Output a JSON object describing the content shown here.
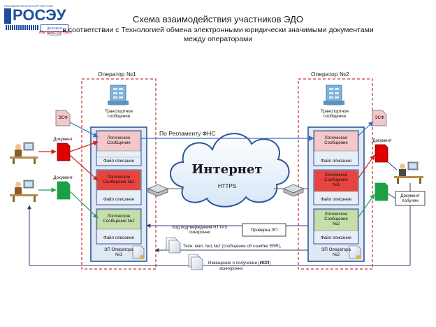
{
  "logo": {
    "text": "РОСЭУ",
    "top_text": "НЕКОММЕРЧЕСКОЕ ПАРТНЕРСТВО",
    "slogan": "Мы вместе был!",
    "badge": "ДЕЛОВАЯ РОССИЯ"
  },
  "title": {
    "line1": "Схема взаимодействия участников ЭДО",
    "line2": "в соответствии с  Технологией обмена электронными юридически значимыми документами",
    "line3": "между операторами"
  },
  "operator1": {
    "label": "Оператор №1",
    "transport": [
      "Транспортное",
      "сообщение"
    ],
    "logical1": [
      "Логическое",
      "Сообщение"
    ],
    "file1": "Файл описание",
    "logical2": [
      "Логическое",
      "Сообщение №1"
    ],
    "file2": "Файл описание",
    "logical3": [
      "Логическое",
      "Сообщение №2"
    ],
    "file3": "Файл описание",
    "ep": [
      "ЭП Оператора",
      "№1"
    ]
  },
  "operator2": {
    "label": "Оператор №2",
    "transport": [
      "Транспортное",
      "сообщение"
    ],
    "logical1": [
      "Логическое",
      "Сообщение"
    ],
    "file1": "Файл описание",
    "logical2": [
      "Логическое",
      "Сообщение",
      "№1"
    ],
    "file2": "Файл описание",
    "logical3": [
      "Логическое",
      "Сообщение",
      "№2"
    ],
    "file3": "Файл описание",
    "ep": [
      "ЭП Оператора",
      "№2"
    ]
  },
  "left": {
    "esf": "ЭСФ",
    "doc1": "Документ",
    "doc2": "Документ"
  },
  "right": {
    "esf": "ЭСФ",
    "doc": "Документ",
    "received": [
      "Документ",
      "получен"
    ]
  },
  "network": {
    "reglament": "По Регламенту ФНС",
    "internet": "Интернет",
    "https": "HTTPS"
  },
  "messages": {
    "confirm": [
      "Код подтверждения HTTPS",
      "синхронно"
    ],
    "check": "Проверка ЭП",
    "tech": "Техн. квит. №1,№2 (сообщение об ошибке ERR),",
    "notice_prefix": "Извещение о получении (",
    "notice_bold": "ИОП",
    "notice_suffix": ")",
    "notice_async": "асинхронно"
  },
  "colors": {
    "blue_border": "#2f5597",
    "pink_box": "#f4c7c8",
    "red_box": "#e8433e",
    "green_box": "#c5deaa",
    "doc_red": "#e00000",
    "doc_green": "#1e9e45",
    "dashed_red": "#c00000",
    "arrow_red": "#d81e1e",
    "arrow_blue": "#3a6fc4",
    "arrow_green": "#2e9e52"
  }
}
